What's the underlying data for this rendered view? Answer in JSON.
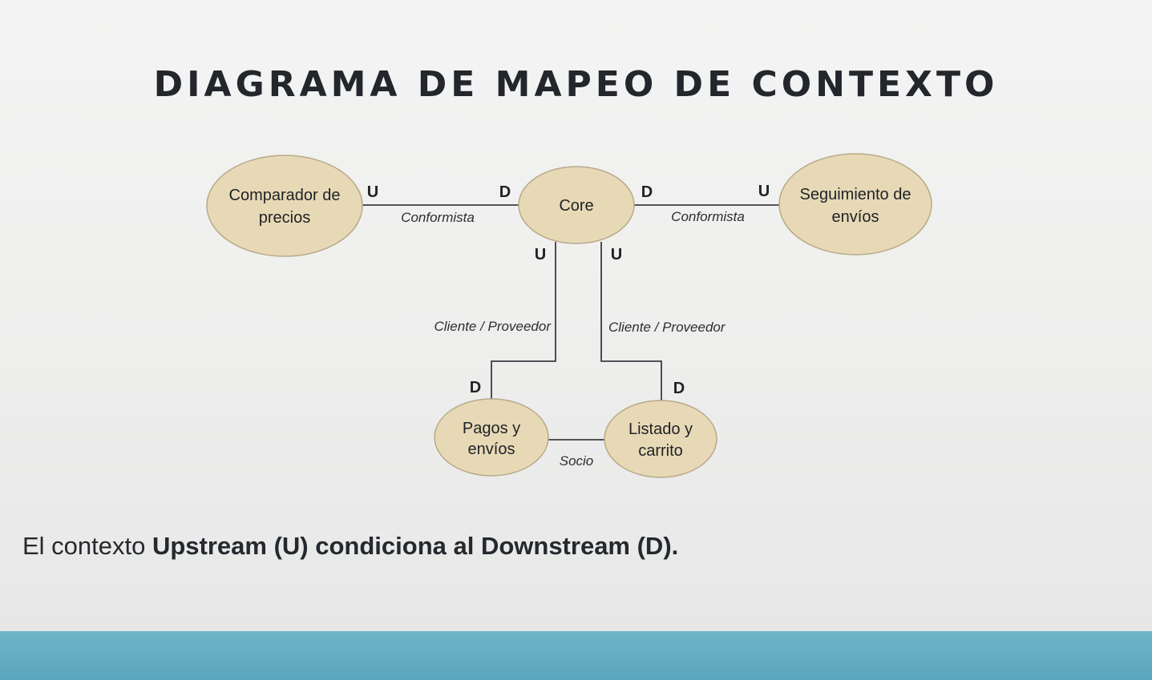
{
  "title": "DIAGRAMA DE MAPEO DE CONTEXTO",
  "nodes": {
    "comparador": [
      "Comparador de",
      "precios"
    ],
    "core": [
      "Core"
    ],
    "seguimiento": [
      "Seguimiento de",
      "envíos"
    ],
    "pagos": [
      "Pagos y",
      "envíos"
    ],
    "listado": [
      "Listado y",
      "carrito"
    ]
  },
  "relations": {
    "comparador_core": "Conformista",
    "core_seguimiento": "Conformista",
    "core_pagos": "Cliente / Proveedor",
    "core_listado": "Cliente / Proveedor",
    "pagos_listado": "Socio"
  },
  "ends": {
    "comparador_right": "U",
    "core_left": "D",
    "core_right": "D",
    "seguimiento_left": "U",
    "core_bottom_left": "U",
    "core_bottom_right": "U",
    "pagos_top": "D",
    "listado_top": "D"
  },
  "caption": {
    "prefix": "El contexto ",
    "bold": "Upstream (U) condiciona al Downstream (D)."
  },
  "colors": {
    "node_fill": "#e7d9b6",
    "node_stroke": "#b8a98a",
    "bottom_bar": "#5aa6bd"
  }
}
